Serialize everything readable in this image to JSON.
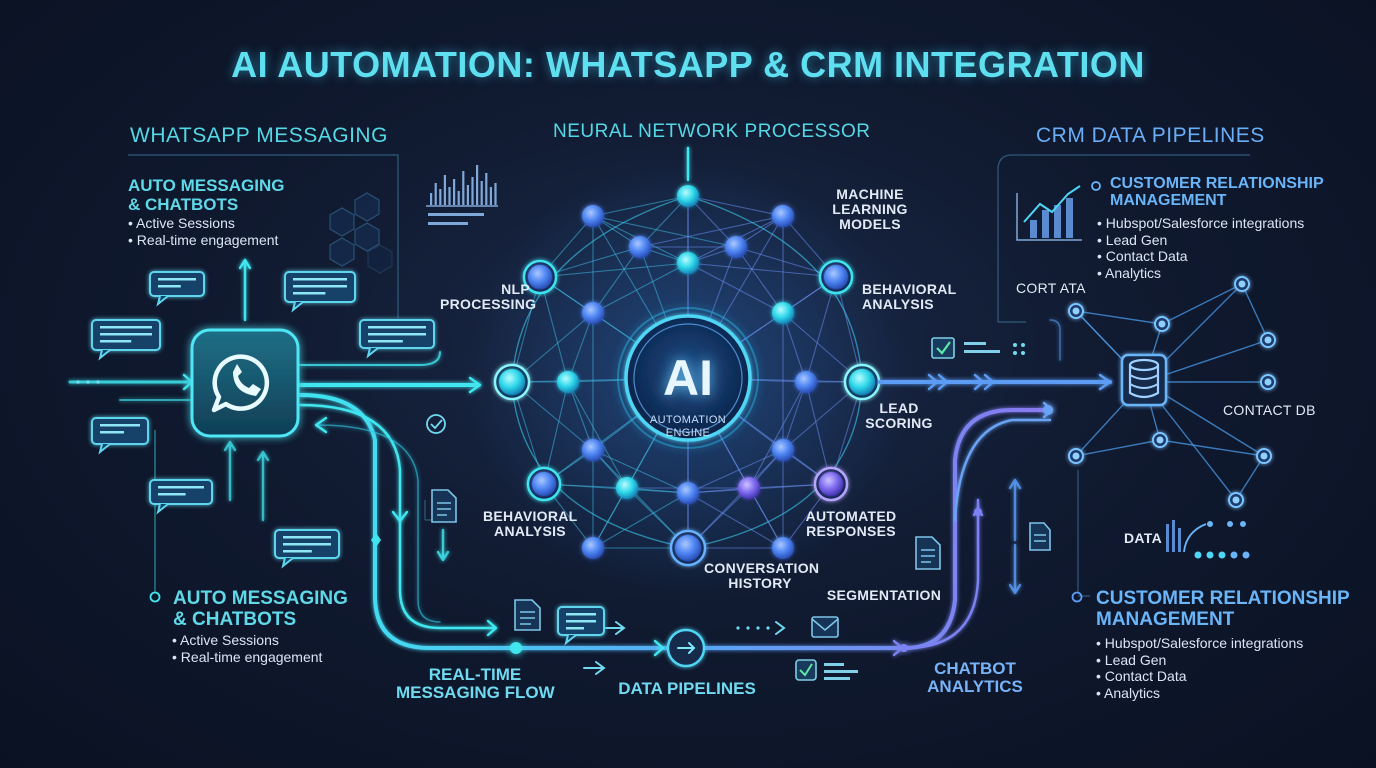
{
  "title": "AI AUTOMATION: WHATSAPP & CRM INTEGRATION",
  "left": {
    "section": "WHATSAPP MESSAGING",
    "top_heading": [
      "AUTO MESSAGING",
      "& CHATBOTS"
    ],
    "top_bullets": [
      "Active Sessions",
      "Real-time engagement"
    ],
    "bottom_heading": [
      "AUTO MESSAGING",
      "& CHATBOTS"
    ],
    "bottom_bullets": [
      "Active Sessions",
      "Real-time engagement"
    ]
  },
  "center": {
    "section": "NEURAL NETWORK PROCESSOR",
    "ai_label": "AI",
    "engine_label": [
      "AUTOMATION",
      "ENGINE"
    ],
    "labels": {
      "machine_learning": [
        "MACHINE",
        "LEARNING",
        "MODELS"
      ],
      "nlp": [
        "NLP",
        "PROCESSING"
      ],
      "behavioral_right": [
        "BEHAVIORAL",
        "ANALYSIS"
      ],
      "lead_scoring": [
        "LEAD",
        "SCORING"
      ],
      "behavioral_left": [
        "BEHAVIORAL",
        "ANALYSIS"
      ],
      "automated_responses": [
        "AUTOMATED",
        "RESPONSES"
      ],
      "conversation_history": [
        "CONVERSATION",
        "HISTORY"
      ]
    }
  },
  "right": {
    "section": "CRM DATA PIPELINES",
    "top_heading": [
      "CUSTOMER RELATIONSHIP",
      "MANAGEMENT"
    ],
    "top_bullets": [
      "Hubspot/Salesforce integrations",
      "Lead Gen",
      "Contact Data",
      "Analytics"
    ],
    "cort_ata": "CORT ATA",
    "contact_db": "CONTACT DB",
    "data": "DATA",
    "bottom_heading": [
      "CUSTOMER RELATIONSHIP",
      "MANAGEMENT"
    ],
    "bottom_bullets": [
      "Hubspot/Salesforce integrations",
      "Lead Gen",
      "Contact Data",
      "Analytics"
    ]
  },
  "flow": {
    "realtime": [
      "REAL-TIME",
      "MESSAGING FLOW"
    ],
    "data_pipelines": "DATA PIPELINES",
    "segmentation": "SEGMENTATION",
    "chatbot_analytics": [
      "CHATBOT",
      "ANALYTICS"
    ]
  },
  "colors": {
    "cyan": "#3fe6f0",
    "blue": "#5b8cf5",
    "purple": "#8a78f0",
    "bg": "#101a30"
  },
  "icons": [
    "whatsapp-icon",
    "database-icon",
    "chat-bubble-icon",
    "document-icon",
    "envelope-icon",
    "checklist-icon",
    "bar-chart-icon"
  ]
}
